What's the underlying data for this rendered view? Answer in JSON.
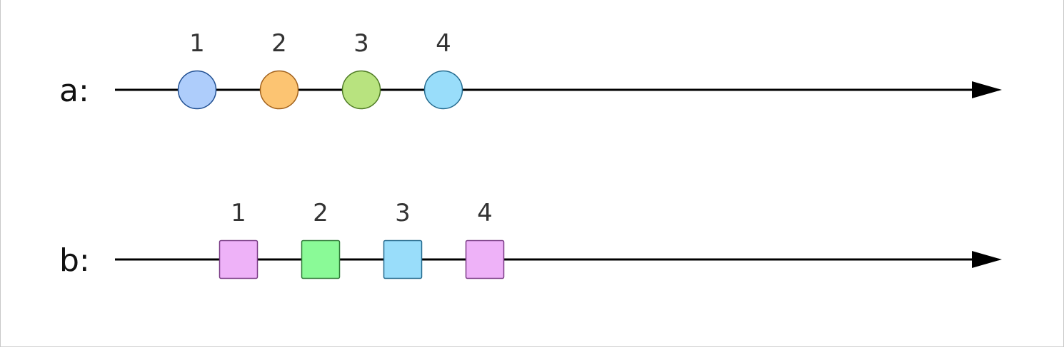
{
  "streams": [
    {
      "label": "a:",
      "shape": "circle",
      "marbles": [
        {
          "label": "1",
          "color": "#AECDFB",
          "stroke": "#1F4E91"
        },
        {
          "label": "2",
          "color": "#FCC472",
          "stroke": "#A0601B"
        },
        {
          "label": "3",
          "color": "#B8E37F",
          "stroke": "#4E7B24"
        },
        {
          "label": "4",
          "color": "#99DDFA",
          "stroke": "#246A8E"
        }
      ]
    },
    {
      "label": "b:",
      "shape": "square",
      "marbles": [
        {
          "label": "1",
          "color": "#EEB2F8",
          "stroke": "#7A3B86"
        },
        {
          "label": "2",
          "color": "#8AFA97",
          "stroke": "#2E7A37"
        },
        {
          "label": "3",
          "color": "#99DDFA",
          "stroke": "#246A8E"
        },
        {
          "label": "4",
          "color": "#EEB2F8",
          "stroke": "#7A3B86"
        }
      ]
    }
  ],
  "line_color": "#000000"
}
